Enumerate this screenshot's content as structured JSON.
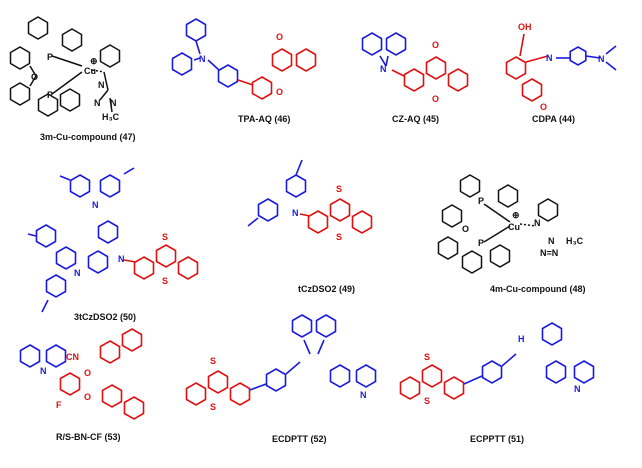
{
  "colors": {
    "donor": "#1a1adf",
    "acceptor": "#e01010",
    "neutral": "#111111"
  },
  "compounds": [
    {
      "id": "c47",
      "label": "3m-Cu-compound (47)"
    },
    {
      "id": "c46",
      "label": "TPA-AQ (46)"
    },
    {
      "id": "c45",
      "label": "CZ-AQ (45)"
    },
    {
      "id": "c44",
      "label": "CDPA (44)"
    },
    {
      "id": "c50",
      "label": "3tCzDSO2 (50)"
    },
    {
      "id": "c49",
      "label": "tCzDSO2 (49)"
    },
    {
      "id": "c48",
      "label": "4m-Cu-compound (48)"
    },
    {
      "id": "c53",
      "label": "R/S-BN-CF (53)"
    },
    {
      "id": "c52",
      "label": "ECDPTT (52)"
    },
    {
      "id": "c51",
      "label": "ECPPTT (51)"
    }
  ],
  "atoms": {
    "P": "P",
    "Cu": "Cu",
    "N": "N",
    "O": "O",
    "OH": "OH",
    "S": "S",
    "F": "F",
    "CN": "CN",
    "H3C": "H₃C",
    "H": "H",
    "N_eq_N": "N=N",
    "plus": "⊕"
  }
}
